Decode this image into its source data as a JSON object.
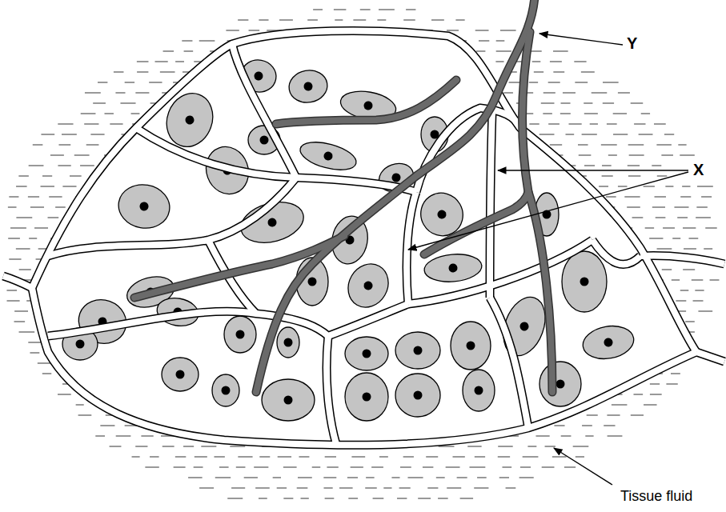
{
  "diagram": {
    "labels": [
      "Y",
      "X",
      "Tissue fluid"
    ]
  }
}
